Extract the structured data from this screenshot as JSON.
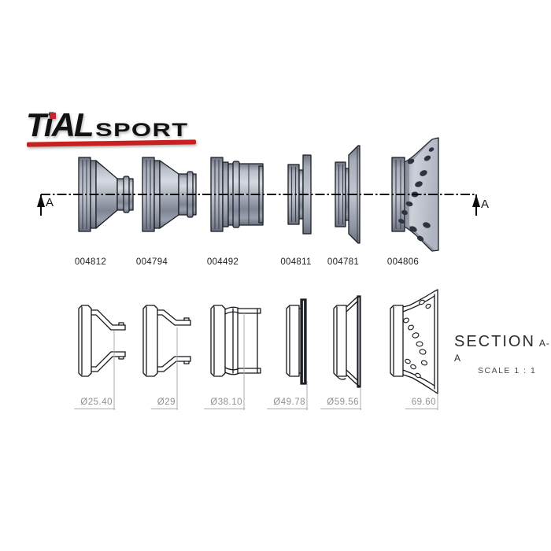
{
  "logo": {
    "brand": "TiAL",
    "suffix": "SPORT"
  },
  "drawing": {
    "section_label_left": "A",
    "section_label_right": "A",
    "parts": [
      {
        "part_number": "004812",
        "dimension": "Ø25.40"
      },
      {
        "part_number": "004794",
        "dimension": "Ø29"
      },
      {
        "part_number": "004492",
        "dimension": "Ø38.10"
      },
      {
        "part_number": "004811",
        "dimension": "Ø49.78"
      },
      {
        "part_number": "004781",
        "dimension": "Ø59.56"
      },
      {
        "part_number": "004806",
        "dimension": "69.60"
      }
    ],
    "section_view": {
      "title": "SECTION",
      "ref": "A-A",
      "scale": "SCALE 1 : 1"
    }
  },
  "colors": {
    "accent_red": "#c8201f",
    "metal_light": "#d6d9e0",
    "metal_mid": "#a9aeba",
    "metal_dark": "#6b7180",
    "outline": "#1b1e24",
    "dim_text": "#8e9196",
    "text": "#202226"
  }
}
